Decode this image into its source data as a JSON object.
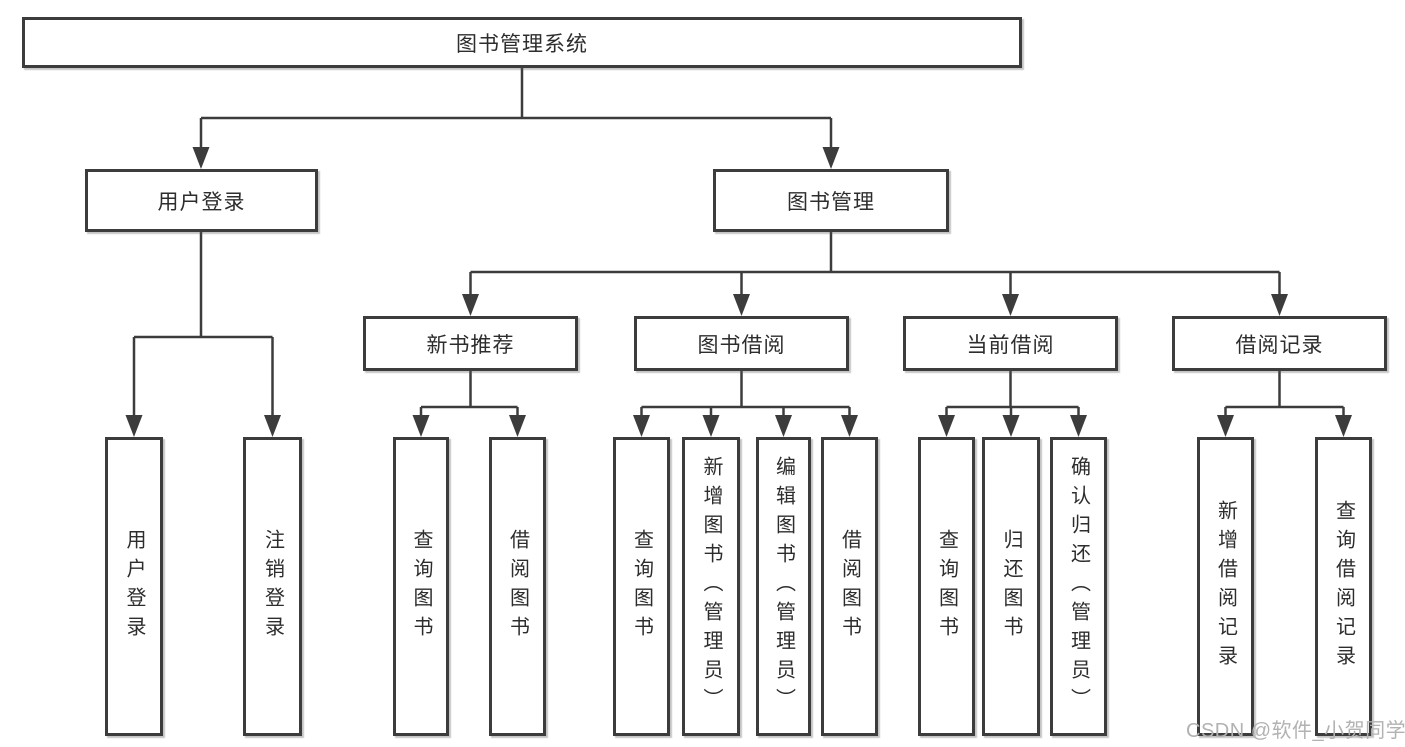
{
  "diagram": {
    "watermark": "CSDN @软件_小贺同学",
    "colors": {
      "line": "#3c3c3c",
      "box_border": "#3c3c3c",
      "box_fill": "#ffffff",
      "text": "#2d2d2d",
      "watermark": "#b2b2b2"
    },
    "tree": {
      "label": "图书管理系统",
      "children": [
        {
          "label": "用户登录",
          "children": [
            {
              "label": "用户登录"
            },
            {
              "label": "注销登录"
            }
          ]
        },
        {
          "label": "图书管理",
          "children": [
            {
              "label": "新书推荐",
              "children": [
                {
                  "label": "查询图书"
                },
                {
                  "label": "借阅图书"
                }
              ]
            },
            {
              "label": "图书借阅",
              "children": [
                {
                  "label": "查询图书"
                },
                {
                  "label": "新增图书（管理员）"
                },
                {
                  "label": "编辑图书（管理员）"
                },
                {
                  "label": "借阅图书"
                }
              ]
            },
            {
              "label": "当前借阅",
              "children": [
                {
                  "label": "查询图书"
                },
                {
                  "label": "归还图书"
                },
                {
                  "label": "确认归还（管理员）"
                }
              ]
            },
            {
              "label": "借阅记录",
              "children": [
                {
                  "label": "新增借阅记录"
                },
                {
                  "label": "查询借阅记录"
                }
              ]
            }
          ]
        }
      ]
    }
  }
}
